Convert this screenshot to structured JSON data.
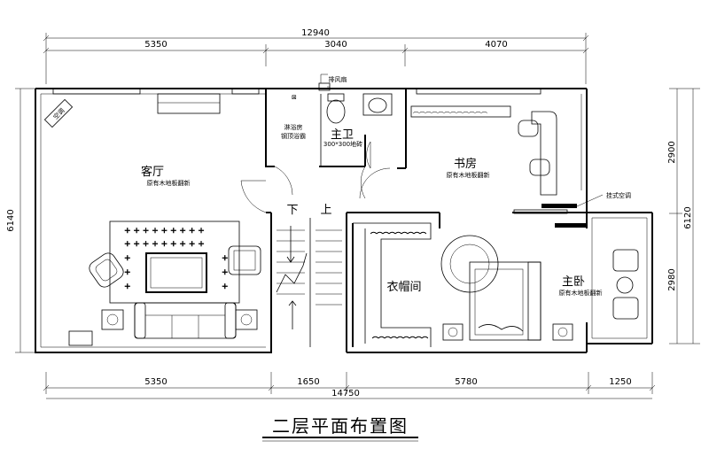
{
  "title": "二层平面布置图",
  "dimensions": {
    "top_total": "12940",
    "top_segments": [
      "5350",
      "3040",
      "4070"
    ],
    "bottom_total": "14750",
    "bottom_segments": [
      "5350",
      "1650",
      "5780",
      "1250"
    ],
    "left_total": "6140",
    "right_total": "6120",
    "right_segments": [
      "2900",
      "2980"
    ]
  },
  "rooms": {
    "living": {
      "name": "客厅",
      "note": "原有木地板翻新"
    },
    "bath": {
      "name": "主卫",
      "note": "300*300地砖"
    },
    "shower": {
      "line1": "淋浴房",
      "line2": "钢顶浴霸"
    },
    "study": {
      "name": "书房",
      "note": "原有木地板翻新"
    },
    "bedroom": {
      "name": "主卧",
      "note": "原有木地板翻新"
    },
    "closet": {
      "name": "衣帽间"
    }
  },
  "annotations": {
    "exhaust_fan": "排风扇",
    "ac_living": "空调",
    "ac_study": "挂式空调",
    "stair_down": "下",
    "stair_up": "上"
  }
}
